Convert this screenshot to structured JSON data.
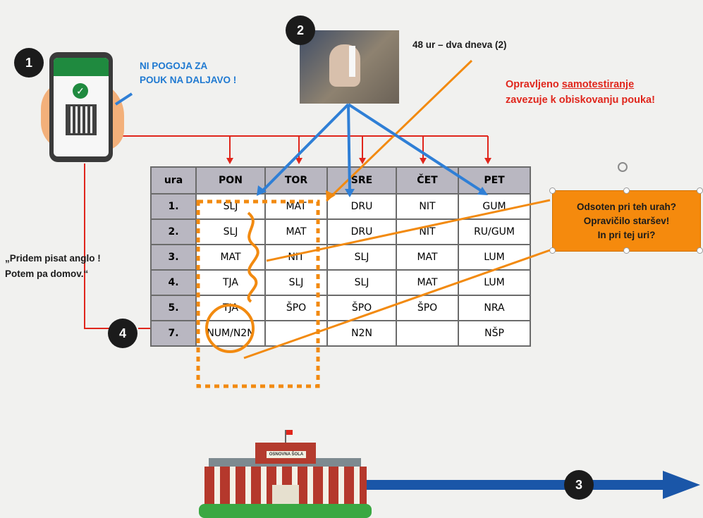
{
  "badges": [
    "1",
    "2",
    "3",
    "4"
  ],
  "labels": {
    "no_conditions": [
      "NI POGOJA ZA",
      "POUK NA DALJAVO !"
    ],
    "hours": "48 ur – dva dneva (2)",
    "self_test_prefix": "Opravljeno ",
    "self_test_underlined": "samotestiranje",
    "self_test_line2": "zavezuje k obiskovanju pouka!",
    "quote": [
      "„Pridem pisat anglo !",
      "Potem pa domov.“"
    ],
    "callout": [
      "Odsoten pri teh urah?",
      "Opravičilo staršev!",
      "In pri tej uri?"
    ],
    "school_sign": "OSNOVNA ŠOLA"
  },
  "timetable": {
    "headers": [
      "ura",
      "PON",
      "TOR",
      "SRE",
      "ČET",
      "PET"
    ],
    "rows": [
      [
        "1.",
        "SLJ",
        "MAT",
        "DRU",
        "NIT",
        "GUM"
      ],
      [
        "2.",
        "SLJ",
        "MAT",
        "DRU",
        "NIT",
        "RU/GUM"
      ],
      [
        "3.",
        "MAT",
        "NIT",
        "SLJ",
        "MAT",
        "LUM"
      ],
      [
        "4.",
        "TJA",
        "SLJ",
        "SLJ",
        "MAT",
        "LUM"
      ],
      [
        "5.",
        "TJA",
        "ŠPO",
        "ŠPO",
        "ŠPO",
        "NRA"
      ],
      [
        "7.",
        "NUM/N2N",
        "",
        "N2N",
        "",
        "NŠP"
      ]
    ]
  },
  "colors": {
    "blue": "#2f7fd6",
    "red": "#e0261c",
    "orange": "#f28a10",
    "dark_blue": "#1a56a8",
    "text_blue": "#1f79d1"
  }
}
